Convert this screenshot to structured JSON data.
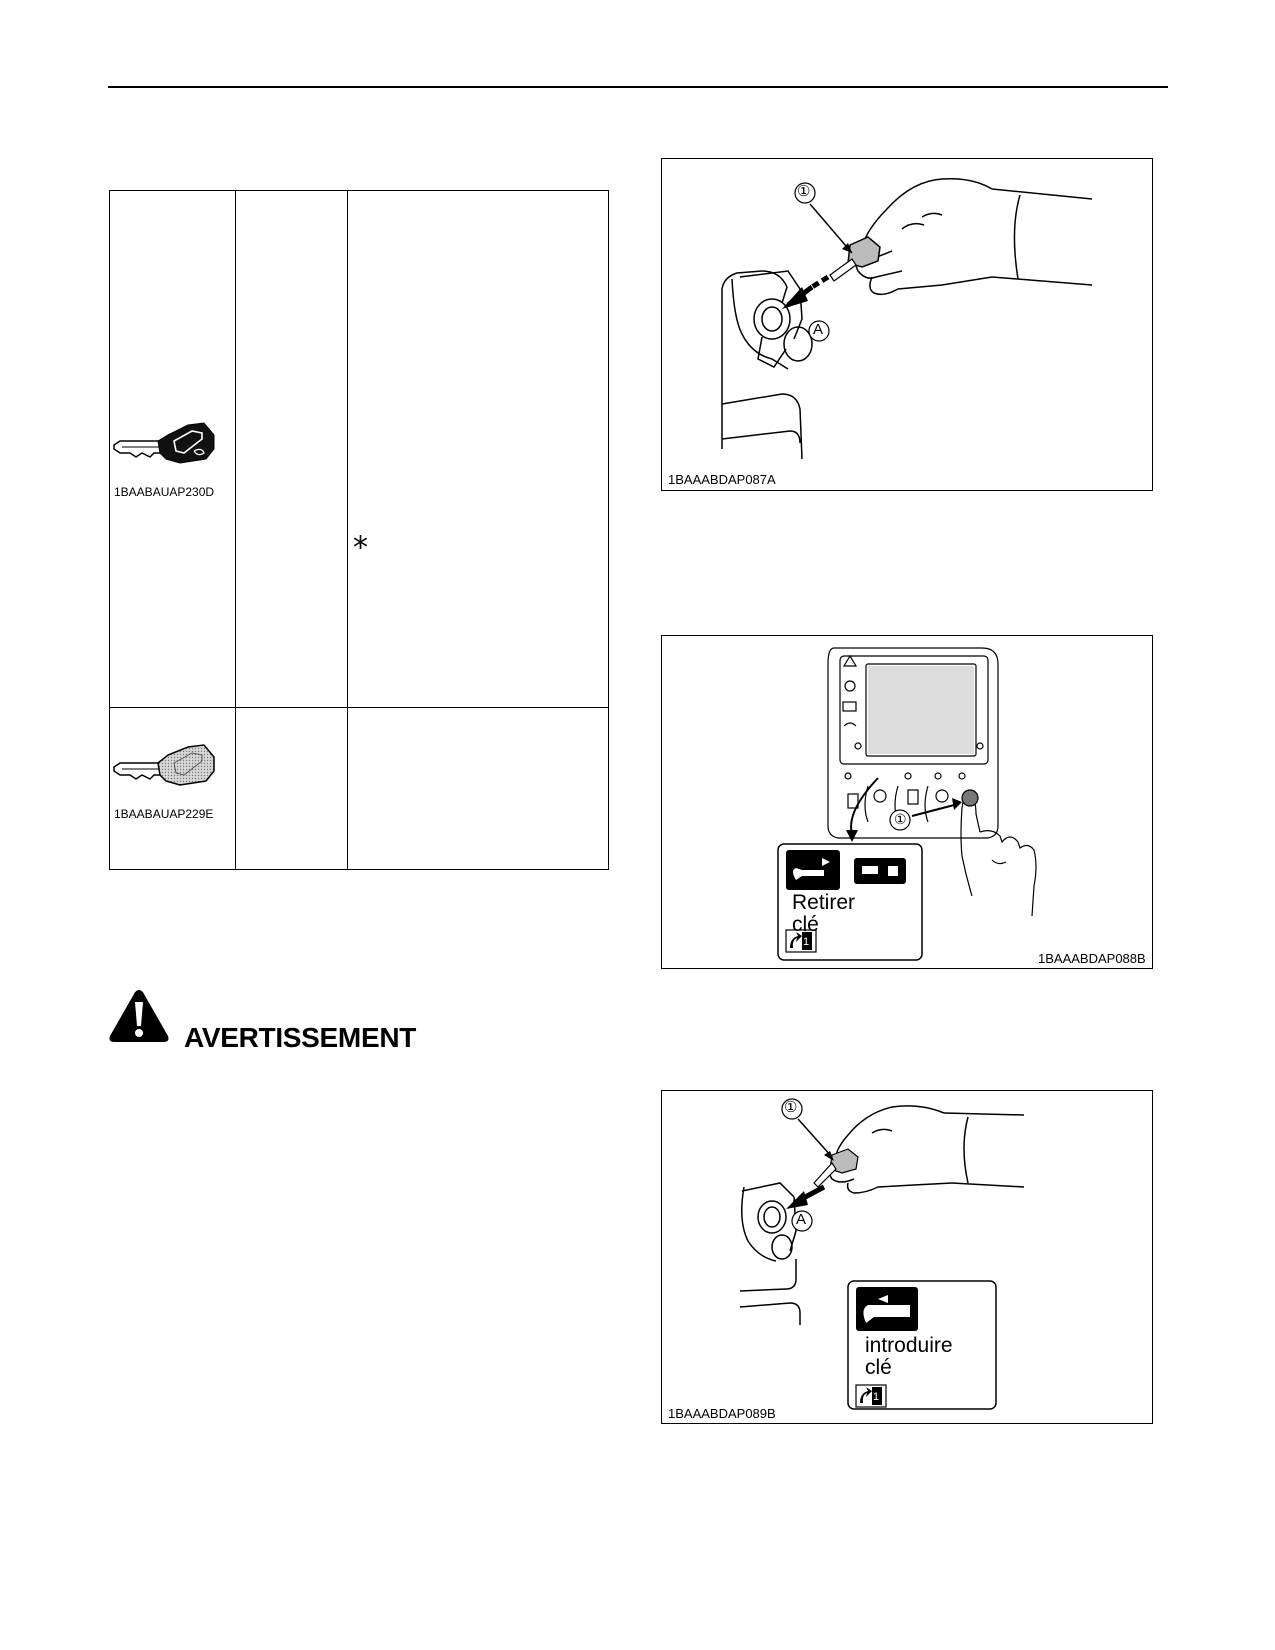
{
  "warning": {
    "title": "AVERTISSEMENT"
  },
  "key_table": {
    "rows": [
      {
        "image_code": "1BAABAUAP230D",
        "note_symbol": "⁎"
      },
      {
        "image_code": "1BAABAUAP229E"
      }
    ]
  },
  "figures": [
    {
      "code": "1BAAABDAP087A",
      "callout_number": "①",
      "arrow_label": "A"
    },
    {
      "code": "1BAAABDAP088B",
      "callout_number": "①",
      "display": {
        "line1": "Retirer",
        "line2": "clé",
        "step": "1"
      }
    },
    {
      "code": "1BAAABDAP089B",
      "callout_number": "①",
      "arrow_label": "A",
      "display": {
        "line1": "introduire",
        "line2": "clé",
        "step": "1"
      }
    }
  ]
}
